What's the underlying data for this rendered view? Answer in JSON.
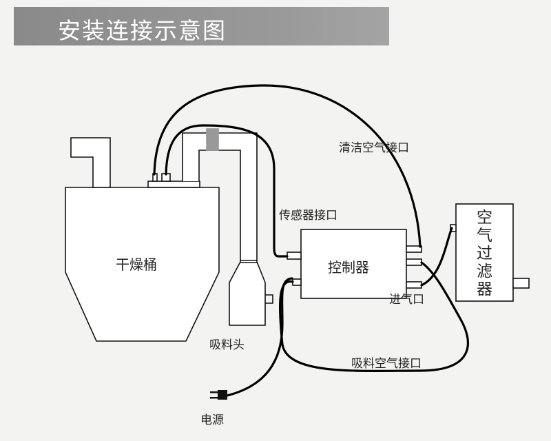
{
  "title": "安装连接示意图",
  "labels": {
    "clean_air_port": "清洁空气接口",
    "sensor_port": "传感器接口",
    "controller": "控制器",
    "air_inlet": "进气口",
    "air_filter": "空气过滤器",
    "dryer_hopper": "干燥桶",
    "suction_head": "吸料头",
    "suction_air_port": "吸料空气接口",
    "power": "电源"
  }
}
